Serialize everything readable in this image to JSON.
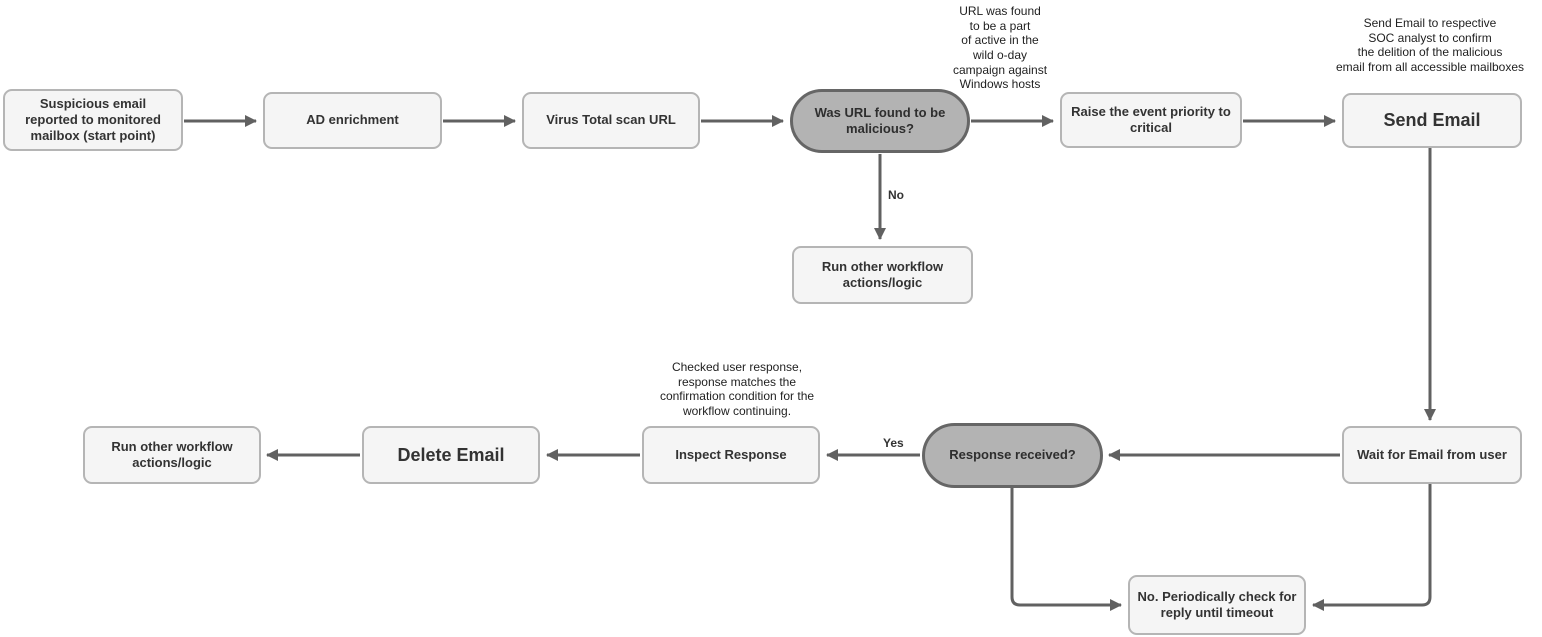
{
  "nodes": {
    "start": "Suspicious email reported to monitored mailbox (start point)",
    "ad_enrichment": "AD enrichment",
    "virus_total": "Virus Total scan URL",
    "url_malicious_decision": "Was URL found to be malicious?",
    "raise_priority": "Raise the event priority to critical",
    "send_email": "Send Email",
    "run_other_workflow_top": "Run other workflow actions/logic",
    "wait_for_email": "Wait for Email from user",
    "response_received_decision": "Response received?",
    "inspect_response": "Inspect Response",
    "delete_email": "Delete Email",
    "run_other_workflow_bottom": "Run other workflow actions/logic",
    "periodic_check": "No. Periodically check for reply until timeout"
  },
  "annotations": {
    "url_campaign": "URL was found\nto be a part\nof active in the\nwild o-day\ncampaign against\nWindows hosts",
    "send_email_note": "Send Email to respective\nSOC analyst to confirm\nthe delition of the malicious\nemail from all accessible mailboxes",
    "inspect_note": "Checked user response,\nresponse matches the\nconfirmation condition for the\nworkflow continuing."
  },
  "edge_labels": {
    "no": "No",
    "yes": "Yes"
  },
  "colors": {
    "node_fill": "#f5f5f5",
    "node_border": "#b5b5b5",
    "decision_fill": "#b3b3b3",
    "decision_border": "#666666",
    "arrow": "#616161",
    "text": "#333333",
    "background": "#ffffff"
  }
}
